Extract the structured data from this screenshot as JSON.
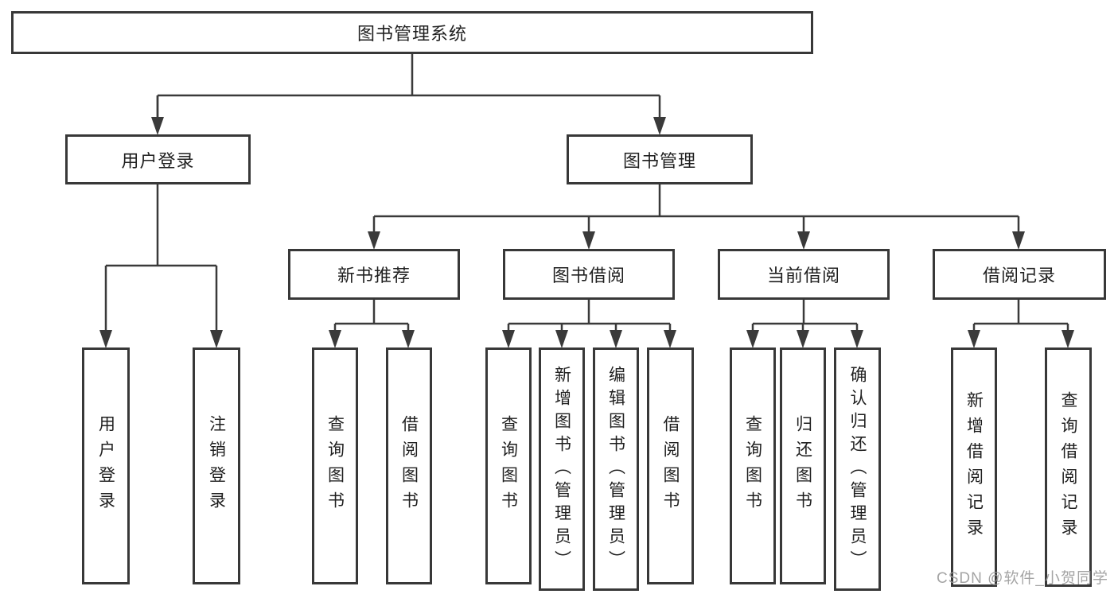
{
  "diagram": {
    "root": {
      "label": "图书管理系统"
    },
    "level2": [
      {
        "label": "用户登录"
      },
      {
        "label": "图书管理"
      }
    ],
    "level3": [
      {
        "label": "新书推荐"
      },
      {
        "label": "图书借阅"
      },
      {
        "label": "当前借阅"
      },
      {
        "label": "借阅记录"
      }
    ],
    "leaves": {
      "user_login": [
        "用户登录",
        "注销登录"
      ],
      "new_book": [
        "查询图书",
        "借阅图书"
      ],
      "book_borrowing": [
        "查询图书",
        "新增图书（管理员）",
        "编辑图书（管理员）",
        "借阅图书"
      ],
      "current_borrowing": [
        "查询图书",
        "归还图书",
        "确认归还（管理员）"
      ],
      "borrowing_records": [
        "新增借阅记录",
        "查询借阅记录"
      ]
    },
    "colors": {
      "line": "#3a3a3a",
      "box_border": "#383838",
      "text": "#1f1f1f",
      "watermark": "#9b9b9b",
      "background": "#ffffff"
    }
  },
  "watermark": {
    "text": "CSDN @软件_小贺同学"
  }
}
